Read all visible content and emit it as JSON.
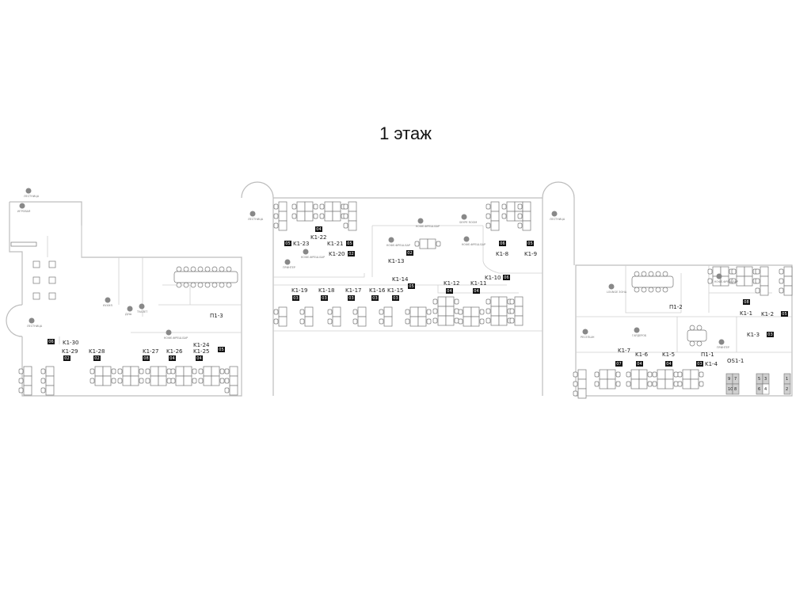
{
  "title": "1 этаж",
  "rooms": [
    {
      "id": "K1-30",
      "capacity": "06"
    },
    {
      "id": "K1-29",
      "capacity": "02"
    },
    {
      "id": "K1-28",
      "capacity": "02"
    },
    {
      "id": "K1-27",
      "capacity": "08"
    },
    {
      "id": "K1-26",
      "capacity": "04"
    },
    {
      "id": "K1-25",
      "capacity": "04"
    },
    {
      "id": "K1-24",
      "capacity": "05"
    },
    {
      "id": "K1-23",
      "capacity": "05"
    },
    {
      "id": "K1-22",
      "capacity": "04"
    },
    {
      "id": "K1-21",
      "capacity": "05"
    },
    {
      "id": "K1-20",
      "capacity": "02"
    },
    {
      "id": "K1-13",
      "capacity": "02"
    },
    {
      "id": "K1-14",
      "capacity": "05"
    },
    {
      "id": "K1-19",
      "capacity": "03"
    },
    {
      "id": "K1-18",
      "capacity": "03"
    },
    {
      "id": "K1-17",
      "capacity": "03"
    },
    {
      "id": "K1-16",
      "capacity": "03"
    },
    {
      "id": "K1-15",
      "capacity": "03"
    },
    {
      "id": "K1-12",
      "capacity": "04"
    },
    {
      "id": "K1-11",
      "capacity": "04"
    },
    {
      "id": "K1-10",
      "capacity": "06"
    },
    {
      "id": "K1-8",
      "capacity": "06"
    },
    {
      "id": "K1-9",
      "capacity": "05"
    },
    {
      "id": "K1-1",
      "capacity": "08"
    },
    {
      "id": "K1-2",
      "capacity": "05"
    },
    {
      "id": "K1-3",
      "capacity": "03"
    },
    {
      "id": "K1-7",
      "capacity": "07"
    },
    {
      "id": "K1-6",
      "capacity": "04"
    },
    {
      "id": "K1-5",
      "capacity": "04"
    },
    {
      "id": "K1-4",
      "capacity": "03"
    }
  ],
  "meeting_rooms": [
    "П1-3",
    "П1-2",
    "П1-1"
  ],
  "open_space": {
    "id": "OS1-1",
    "desks": [
      "9",
      "7",
      "10",
      "8",
      "5",
      "3",
      "6",
      "4",
      "1",
      "2"
    ]
  },
  "amenities": [
    "ЛЕСТНИЦА",
    "ЛЕСТНИЦА",
    "ЛЕСТНИЦА",
    "ЛЕСТНИЦА",
    "ИГРОВАЯ",
    "КУХНЯ",
    "ТУАЛЕТ",
    "ДУШ",
    "КОФЕ-ФРЕШ-БАР",
    "КОФЕ-ФРЕШ-БАР",
    "КОФЕ-ФРЕШ-БАР",
    "КОФЕ-ФРЕШ-БАР",
    "КОФЕ-ФРЕШ-БАР",
    "КОФЕ-ФРЕШ-БАР",
    "SKYPE ROOM",
    "ПРИНТЕР",
    "ПРИНТЕР",
    "LOUNGE ЗОНА",
    "РЕСЕПШН",
    "ГАРДЕРОБ"
  ],
  "colors": {
    "badge": "#111111",
    "wall": "#bdbdbd",
    "furniture": "#777777"
  }
}
